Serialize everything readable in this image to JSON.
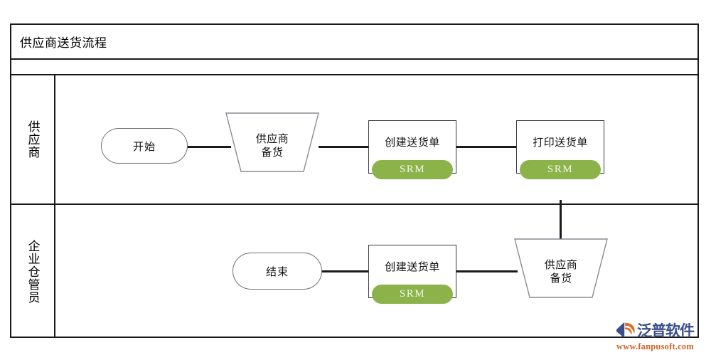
{
  "diagram": {
    "title": "供应商送货流程",
    "type": "swimlane-flowchart",
    "frame_border_color": "#1a1a1a",
    "badge_color": "#8cb34a",
    "lanes": [
      {
        "id": "lane-supplier",
        "label": "供应商",
        "nodes": [
          {
            "id": "start",
            "label": "开始",
            "shape": "oval"
          },
          {
            "id": "prepare-goods-1",
            "label_line1": "供应商",
            "label_line2": "备货",
            "shape": "trapezoid"
          },
          {
            "id": "create-note-1",
            "label": "创建送货单",
            "shape": "task",
            "badge": "SRM"
          },
          {
            "id": "print-note",
            "label": "打印送货单",
            "shape": "task",
            "badge": "SRM"
          }
        ]
      },
      {
        "id": "lane-warehouse",
        "label": "企业仓管员",
        "nodes": [
          {
            "id": "end",
            "label": "结束",
            "shape": "oval"
          },
          {
            "id": "create-note-2",
            "label": "创建送货单",
            "shape": "task",
            "badge": "SRM"
          },
          {
            "id": "prepare-goods-2",
            "label_line1": "供应商",
            "label_line2": "备货",
            "shape": "trapezoid"
          }
        ]
      }
    ]
  },
  "watermark": {
    "brand": "泛普软件",
    "url": "www.fanpusoft.com",
    "brand_color": "#3b4e8c",
    "url_color": "#d2642a"
  }
}
